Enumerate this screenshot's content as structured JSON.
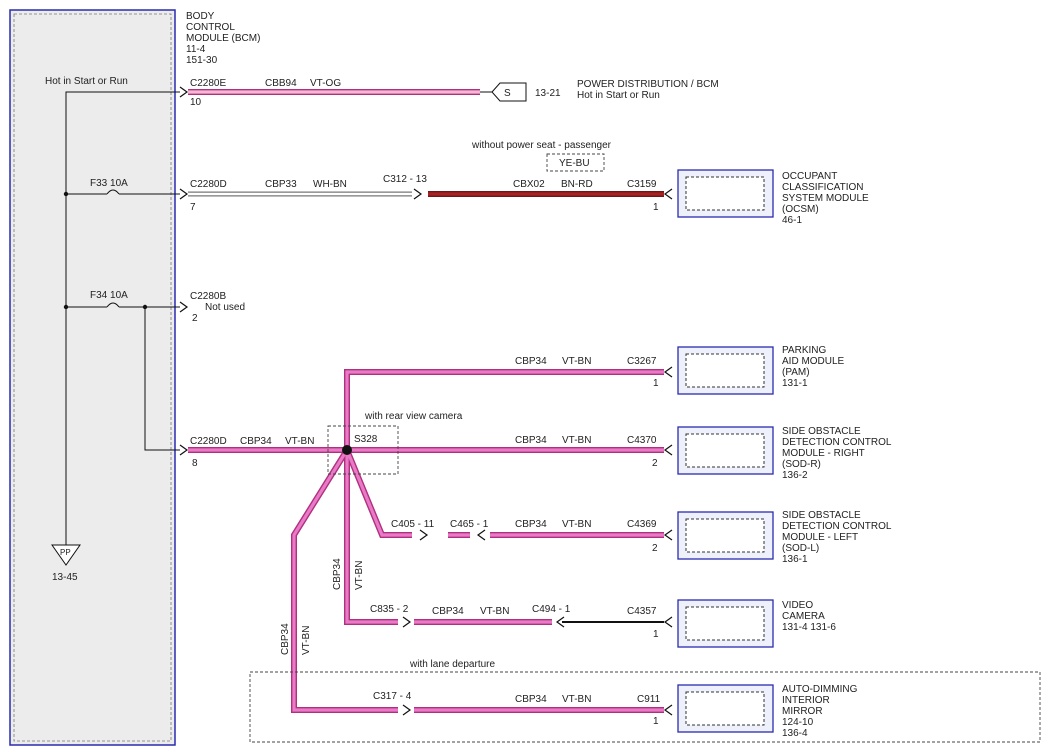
{
  "bcm": {
    "title_lines": [
      "BODY",
      "CONTROL",
      "MODULE (BCM)",
      "11-4",
      "151-30"
    ],
    "hot_label": "Hot in Start or Run",
    "ground_symbol": "PP",
    "ground_ref": "13-45",
    "fuse1_label": "F33   10A",
    "fuse2_label": "F34   10A"
  },
  "circuits": {
    "c1": {
      "connector": "C2280E",
      "pin": "10",
      "wire": "CBB94",
      "color": "VT-OG",
      "splice_symbol": "S",
      "splice_ref": "13-21",
      "dest_lines": [
        "POWER DISTRIBUTION / BCM",
        "Hot in Start or Run"
      ]
    },
    "c2": {
      "connector": "C2280D",
      "pin": "7",
      "wire": "CBP33",
      "color": "WH-BN",
      "inline": "C312  -  13",
      "wire2": "CBX02",
      "color2": "BN-RD",
      "dest_conn": "C3159",
      "dest_pin": "1",
      "option_label": "without power seat - passenger",
      "option_color": "YE-BU",
      "dest_lines": [
        "OCCUPANT",
        "CLASSIFICATION",
        "SYSTEM MODULE",
        "(OCSM)",
        "46-1"
      ]
    },
    "c3": {
      "connector": "C2280B",
      "pin": "2",
      "note": "Not used"
    },
    "c4": {
      "connector": "C2280D",
      "pin": "8",
      "wire": "CBP34",
      "color": "VT-BN",
      "splice": "S328",
      "splice_note": "with rear view camera"
    }
  },
  "branches": {
    "pam": {
      "wire": "CBP34",
      "color": "VT-BN",
      "conn": "C3267",
      "pin": "1",
      "dest_lines": [
        "PARKING",
        "AID MODULE",
        "(PAM)",
        "131-1"
      ]
    },
    "sodr": {
      "wire": "CBP34",
      "color": "VT-BN",
      "conn": "C4370",
      "pin": "2",
      "dest_lines": [
        "SIDE OBSTACLE",
        "DETECTION CONTROL",
        "MODULE - RIGHT",
        "(SOD-R)",
        "136-2"
      ]
    },
    "sodl": {
      "inline1": "C405  -  11",
      "inline2": "C465  -  1",
      "wire": "CBP34",
      "color": "VT-BN",
      "conn": "C4369",
      "pin": "2",
      "dest_lines": [
        "SIDE OBSTACLE",
        "DETECTION CONTROL",
        "MODULE - LEFT",
        "(SOD-L)",
        "136-1"
      ]
    },
    "cam": {
      "inline1": "C835  -  2",
      "wire": "CBP34",
      "color": "VT-BN",
      "inline2": "C494  -  1",
      "conn": "C4357",
      "pin": "1",
      "vwire": "CBP34",
      "vcolor": "VT-BN",
      "dest_lines": [
        "VIDEO",
        "CAMERA",
        "131-4        131-6"
      ]
    },
    "mirror": {
      "option_label": "with lane departure",
      "inline1": "C317  -  4",
      "wire": "CBP34",
      "color": "VT-BN",
      "conn": "C911",
      "pin": "1",
      "vwire": "CBP34",
      "vcolor": "VT-BN",
      "dest_lines": [
        "AUTO-DIMMING",
        "INTERIOR",
        "MIRROR",
        "124-10",
        "136-4"
      ]
    }
  }
}
